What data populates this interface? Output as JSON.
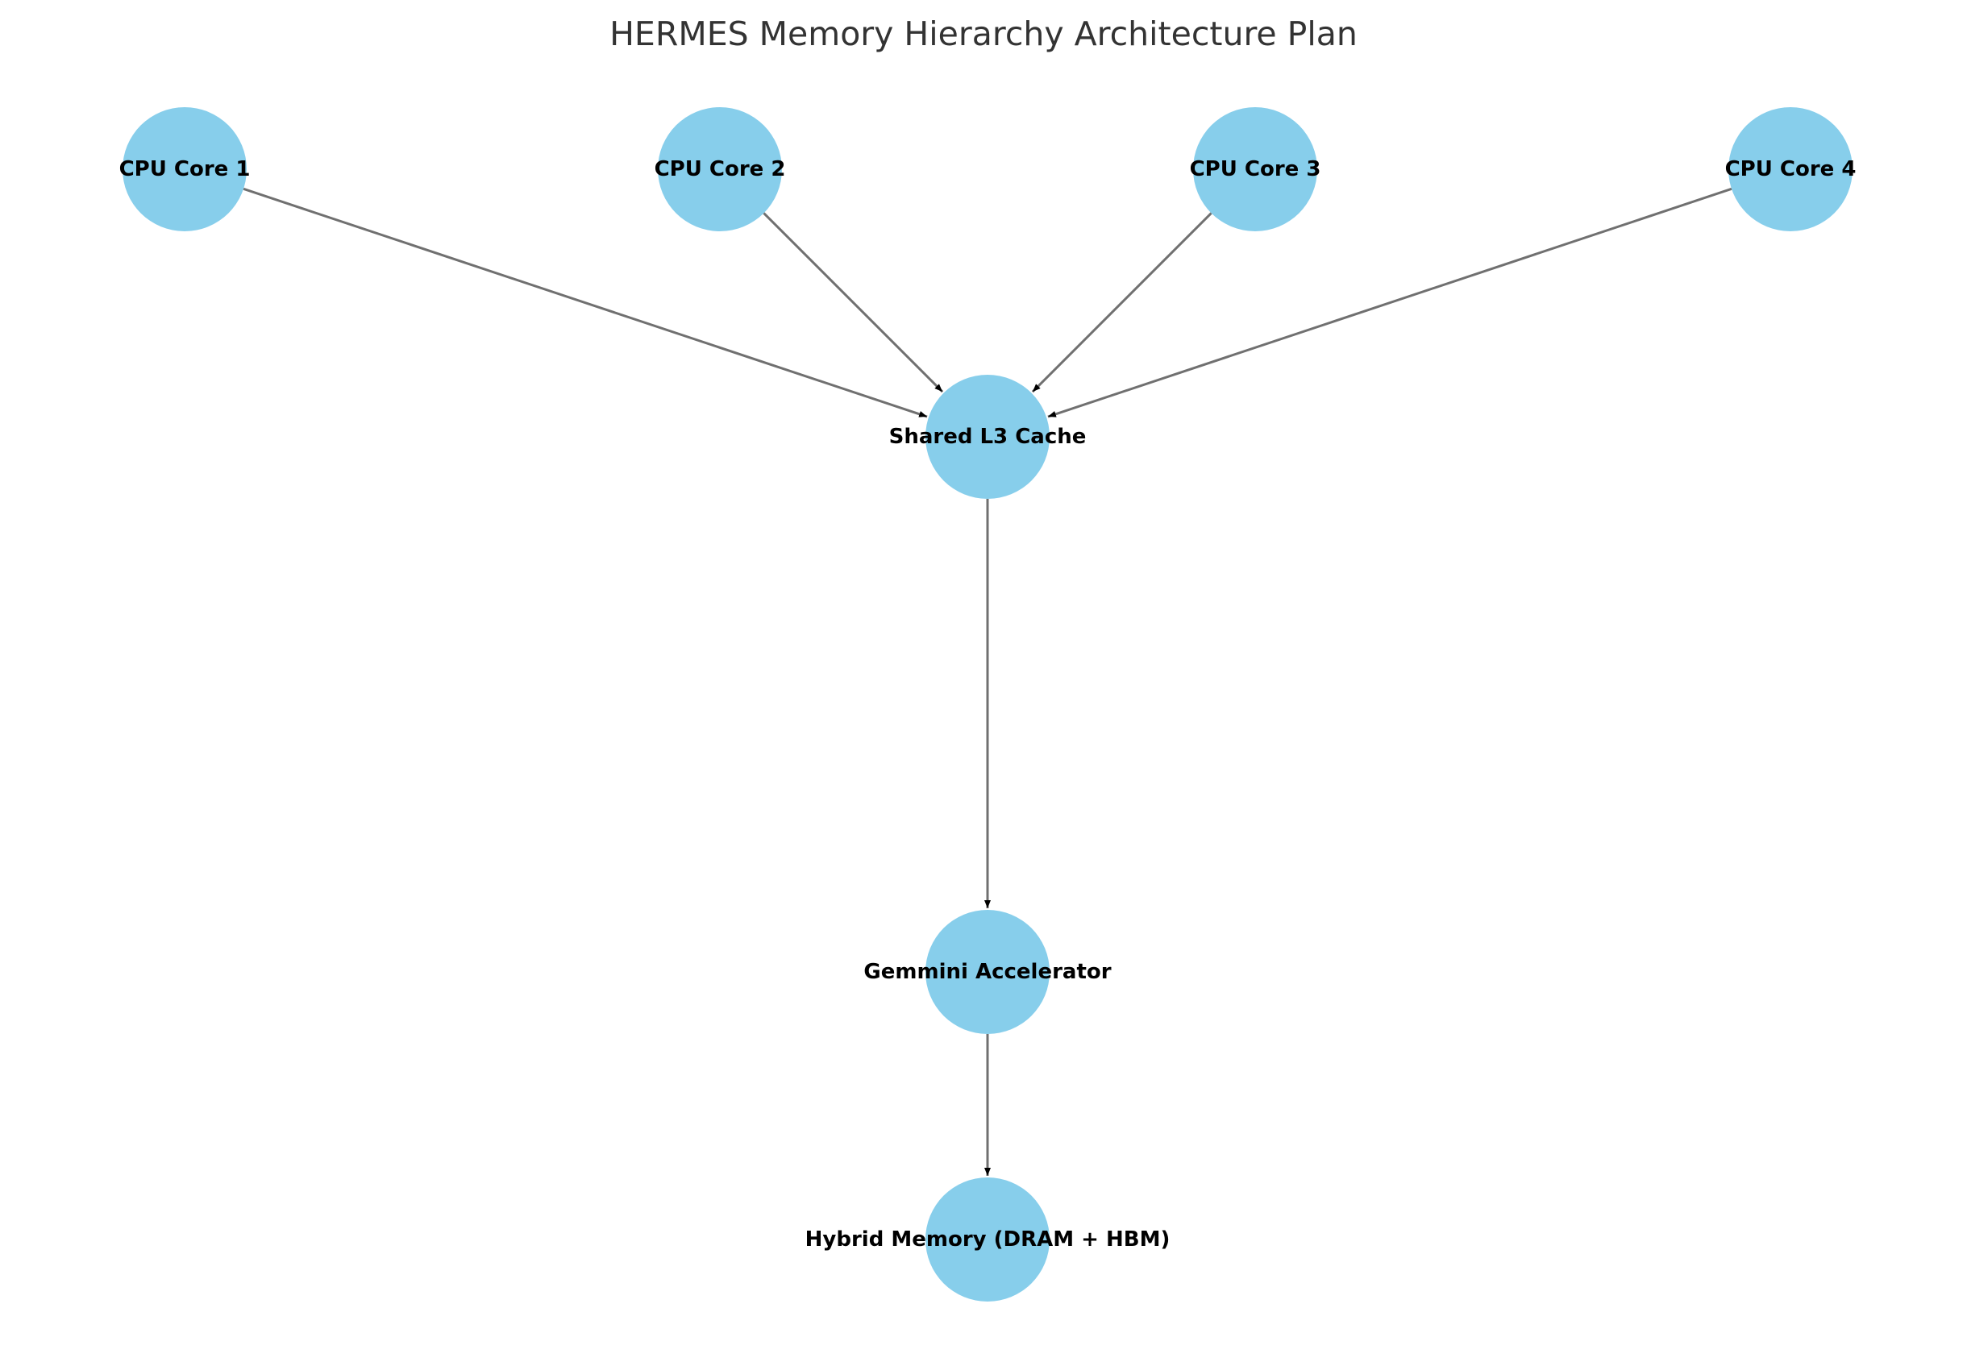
{
  "title": "HERMES Memory Hierarchy Architecture Plan",
  "colors": {
    "node_fill": "#87CEEB",
    "edge": "#707070",
    "label": "#000000",
    "title": "#333333"
  },
  "nodes": [
    {
      "id": "cpu1",
      "label": "CPU Core 1"
    },
    {
      "id": "cpu2",
      "label": "CPU Core 2"
    },
    {
      "id": "cpu3",
      "label": "CPU Core 3"
    },
    {
      "id": "cpu4",
      "label": "CPU Core 4"
    },
    {
      "id": "l3",
      "label": "Shared L3 Cache"
    },
    {
      "id": "gemmini",
      "label": "Gemmini Accelerator"
    },
    {
      "id": "hybrid",
      "label": "Hybrid Memory (DRAM + HBM)"
    }
  ],
  "edges": [
    {
      "from": "cpu1",
      "to": "l3"
    },
    {
      "from": "cpu2",
      "to": "l3"
    },
    {
      "from": "cpu3",
      "to": "l3"
    },
    {
      "from": "cpu4",
      "to": "l3"
    },
    {
      "from": "l3",
      "to": "gemmini"
    },
    {
      "from": "gemmini",
      "to": "hybrid"
    }
  ]
}
